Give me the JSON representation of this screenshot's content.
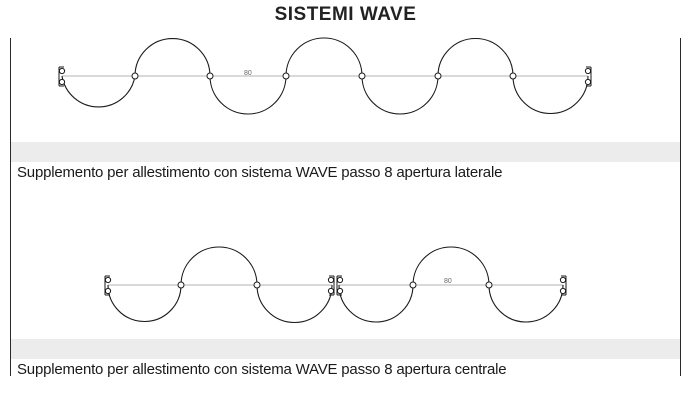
{
  "title": "SISTEMI WAVE",
  "diagram_lateral": {
    "caption": "Supplemento per allestimento con sistema WAVE passo 8 apertura laterale",
    "dimension_label": "80"
  },
  "diagram_central": {
    "caption": "Supplemento per allestimento con sistema WAVE passo 8 apertura centrale",
    "dimension_label": "80"
  }
}
